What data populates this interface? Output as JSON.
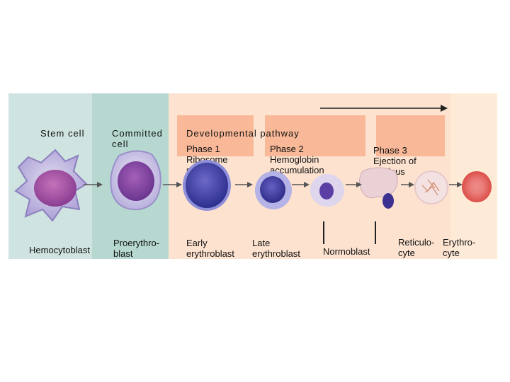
{
  "colors": {
    "stem_band": "#cfe3e0",
    "committed_band": "#b6d8d1",
    "developmental_band": "#fde2cf",
    "final_band": "#fdebd7",
    "phase_box": "#f9b998"
  },
  "columns": {
    "stem": {
      "header": "Stem cell",
      "name": "Hemocytoblast"
    },
    "committed": {
      "header": "Committed\ncell",
      "name": "Proerythro-\nblast"
    },
    "developmental": {
      "header": "Developmental pathway"
    }
  },
  "phases": [
    {
      "label": "Phase 1\nRibosome\nsynthesis"
    },
    {
      "label": "Phase 2\nHemoglobin\naccumulation"
    },
    {
      "label": "Phase 3\nEjection of\nnucleus"
    }
  ],
  "cell_names": {
    "early": "Early\nerythroblast",
    "late": "Late\nerythroblast",
    "normo": "Normoblast",
    "reticulo": "Reticulo-\ncyte",
    "erythro": "Erythro-\ncyte"
  }
}
